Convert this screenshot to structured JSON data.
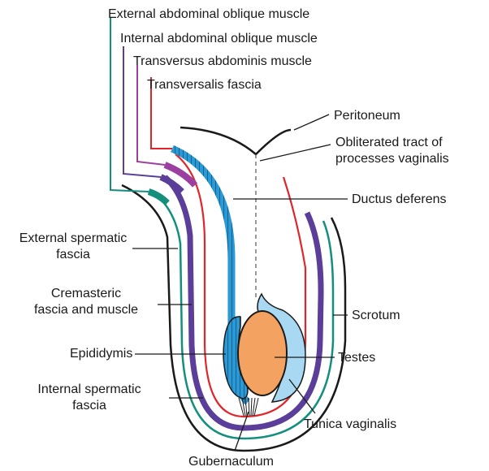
{
  "labels": {
    "external_oblique": "External abdominal oblique muscle",
    "internal_oblique": "Internal abdominal oblique muscle",
    "transversus": "Transversus abdominis muscle",
    "transversalis_fascia": "Transversalis fascia",
    "peritoneum": "Peritoneum",
    "obliterated_tract_line1": "Obliterated tract of",
    "obliterated_tract_line2": "processes vaginalis",
    "ductus_deferens": "Ductus deferens",
    "external_spermatic_line1": "External spermatic",
    "external_spermatic_line2": "fascia",
    "cremasteric_line1": "Cremasteric",
    "cremasteric_line2": "fascia and muscle",
    "scrotum": "Scrotum",
    "epididymis": "Epididymis",
    "testes": "Testes",
    "internal_spermatic_line1": "Internal spermatic",
    "internal_spermatic_line2": "fascia",
    "tunica_vaginalis": "Tunica vaginalis",
    "gubernaculum": "Gubernaculum"
  },
  "colors": {
    "external_oblique": "#138f7c",
    "internal_oblique": "#5b3e9a",
    "transversus": "#9b3fa0",
    "transversalis_fascia": "#e0262b",
    "ductus_deferens": "#2a9ad6",
    "testis": "#f4a261",
    "tunica_vaginalis": "#a9d8f2",
    "outline": "#1a1a1a"
  }
}
